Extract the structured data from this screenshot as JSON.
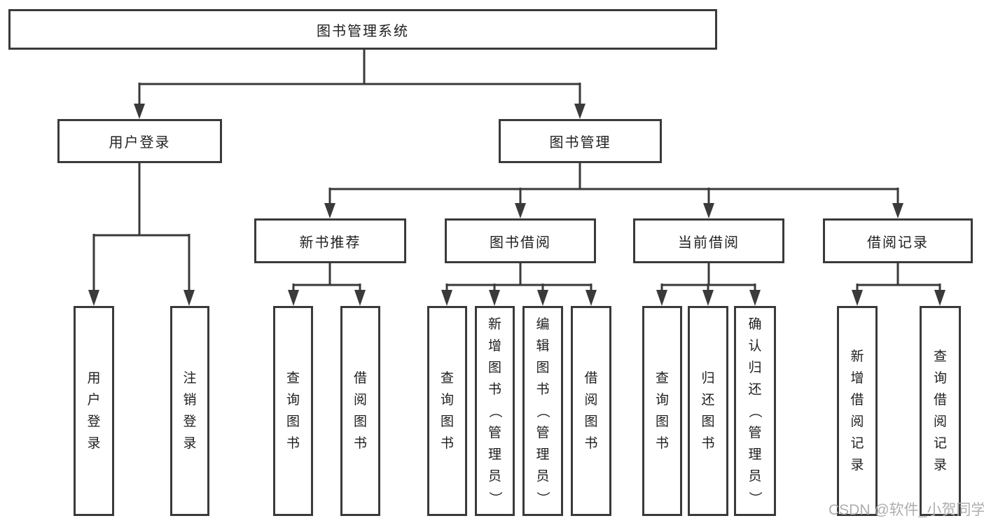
{
  "colors": {
    "line": "#3a3a3a",
    "text": "#1f1f1f",
    "watermark": "#aeaeae",
    "background": "#ffffff"
  },
  "watermark": {
    "text": "CSDN @软件_小贺同学"
  },
  "tree": {
    "label": "图书管理系统",
    "children": [
      {
        "label": "用户登录",
        "children": [
          {
            "label": "用户登录"
          },
          {
            "label": "注销登录"
          }
        ]
      },
      {
        "label": "图书管理",
        "children": [
          {
            "label": "新书推荐",
            "children": [
              {
                "label": "查询图书"
              },
              {
                "label": "借阅图书"
              }
            ]
          },
          {
            "label": "图书借阅",
            "children": [
              {
                "label": "查询图书"
              },
              {
                "label": "新增图书（管理员）"
              },
              {
                "label": "编辑图书（管理员）"
              },
              {
                "label": "借阅图书"
              }
            ]
          },
          {
            "label": "当前借阅",
            "children": [
              {
                "label": "查询图书"
              },
              {
                "label": "归还图书"
              },
              {
                "label": "确认归还（管理员）"
              }
            ]
          },
          {
            "label": "借阅记录",
            "children": [
              {
                "label": "新增借阅记录"
              },
              {
                "label": "查询借阅记录"
              }
            ]
          }
        ]
      }
    ]
  }
}
